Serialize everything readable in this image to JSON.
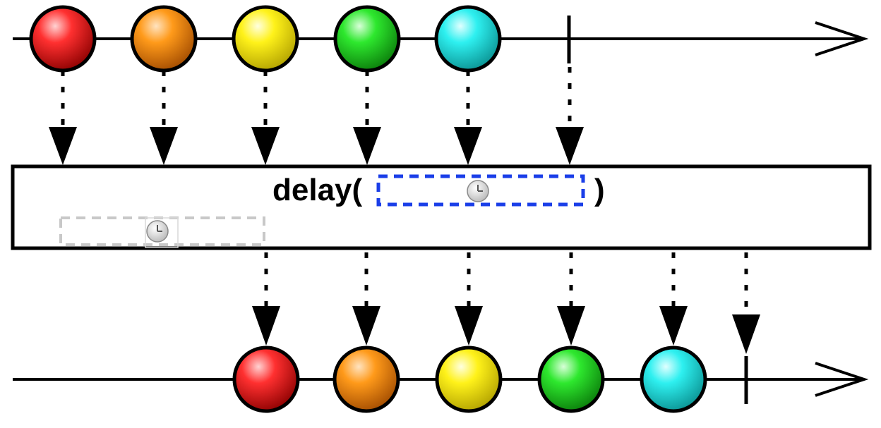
{
  "operator": {
    "name": "delay(",
    "close": ")"
  },
  "colors": {
    "red": "#ee1111",
    "orange": "#ff8800",
    "yellow": "#ffee00",
    "green": "#22dd22",
    "cyan": "#22eeee",
    "selection_dash": "#1a3ee8",
    "ghost_dash": "#c8c8c8"
  },
  "icons": {
    "duration_icon": "clock-icon",
    "ghost_icon": "clock-icon"
  },
  "streams": {
    "source": [
      "red",
      "orange",
      "yellow",
      "green",
      "cyan"
    ],
    "result": [
      "red",
      "orange",
      "yellow",
      "green",
      "cyan"
    ]
  }
}
